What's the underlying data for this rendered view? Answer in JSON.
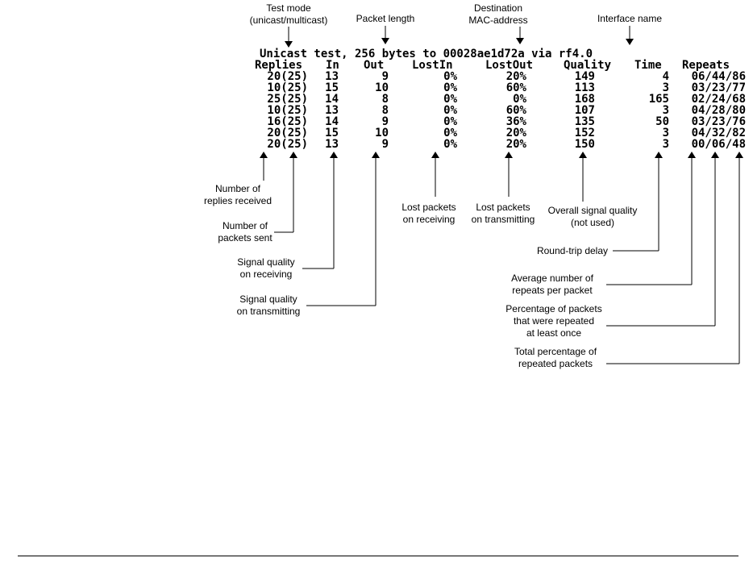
{
  "terminal": {
    "title": "Unicast test, 256 bytes to 00028ae1d72a via rf4.0",
    "headers": [
      "Replies",
      "In",
      "Out",
      "LostIn",
      "LostOut",
      "Quality",
      "Time",
      "Repeats"
    ],
    "rows": [
      [
        "20(25)",
        "13",
        "9",
        "0%",
        "20%",
        "149",
        "4",
        "06/44/86"
      ],
      [
        "10(25)",
        "15",
        "10",
        "0%",
        "60%",
        "113",
        "3",
        "03/23/77"
      ],
      [
        "25(25)",
        "14",
        "8",
        "0%",
        "0%",
        "168",
        "165",
        "02/24/68"
      ],
      [
        "10(25)",
        "13",
        "8",
        "0%",
        "60%",
        "107",
        "3",
        "04/28/80"
      ],
      [
        "16(25)",
        "14",
        "9",
        "0%",
        "36%",
        "135",
        "50",
        "03/23/76"
      ],
      [
        "20(25)",
        "15",
        "10",
        "0%",
        "20%",
        "152",
        "3",
        "04/32/82"
      ],
      [
        "20(25)",
        "13",
        "9",
        "0%",
        "20%",
        "150",
        "3",
        "00/06/48"
      ]
    ]
  },
  "callouts_top": {
    "test_mode": [
      "Test mode",
      "(unicast/multicast)"
    ],
    "packet_length": [
      "Packet length"
    ],
    "destination": [
      "Destination",
      "MAC-address"
    ],
    "interface": [
      "Interface name"
    ]
  },
  "callouts_bottom": {
    "replies": [
      "Number of",
      "replies received"
    ],
    "packets_sent": [
      "Number of",
      "packets sent"
    ],
    "in": [
      "Signal quality",
      "on receiving"
    ],
    "out": [
      "Signal quality",
      "on transmitting"
    ],
    "lostin": [
      "Lost packets",
      "on receiving"
    ],
    "lostout": [
      "Lost packets",
      "on transmitting"
    ],
    "quality": [
      "Overall signal quality",
      "(not used)"
    ],
    "time": [
      "Round-trip delay"
    ],
    "avg_repeats": [
      "Average number of",
      "repeats per packet"
    ],
    "pct_repeated": [
      "Percentage of packets",
      "that were repeated",
      "at least once"
    ],
    "total_pct": [
      "Total percentage of",
      "repeated packets"
    ]
  }
}
